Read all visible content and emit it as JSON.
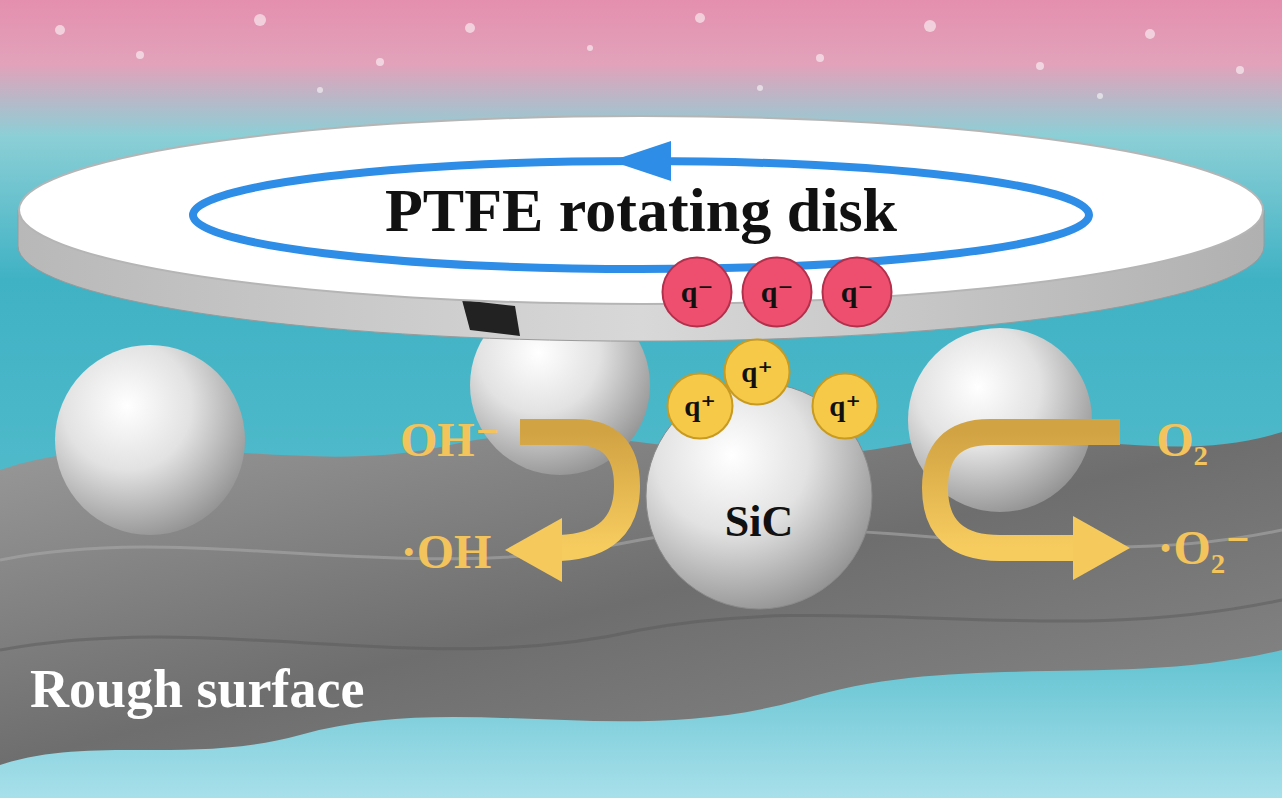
{
  "diagram": {
    "nodes": [
      {
        "text": [
          "PTFE rotating disk"
        ]
      },
      {
        "text": [
          "q⁻"
        ]
      },
      {
        "text": [
          "q⁻"
        ]
      },
      {
        "text": [
          "q⁻"
        ]
      },
      {
        "text": [
          "SiC"
        ]
      },
      {
        "text": [
          "q⁺"
        ],
        "in": 4
      },
      {
        "text": [
          "q⁺"
        ],
        "in": 4
      },
      {
        "text": [
          "q⁺"
        ],
        "in": 4
      }
    ],
    "labels": [
      "OH⁻",
      "·OH",
      "O₂",
      "·O₂⁻",
      "Rough surface"
    ]
  }
}
